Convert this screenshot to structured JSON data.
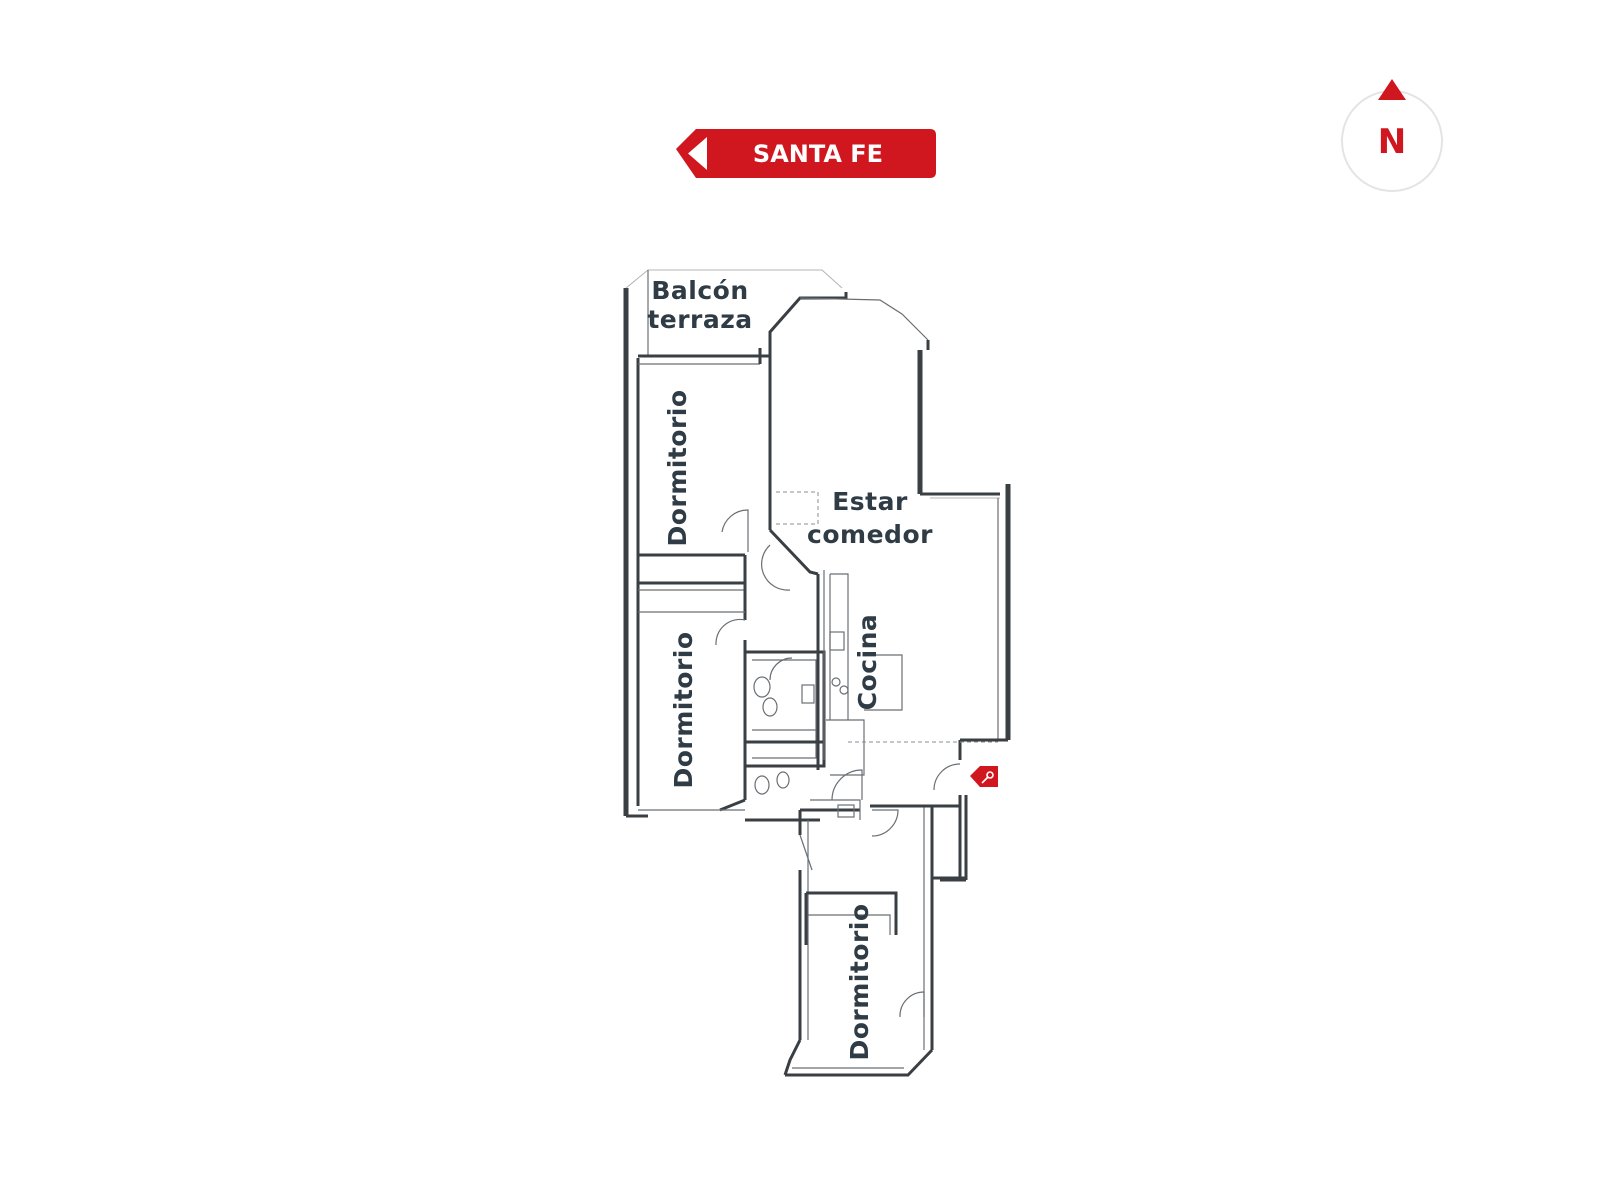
{
  "street": {
    "label": "SANTA FE"
  },
  "compass": {
    "label": "N"
  },
  "rooms": {
    "balcony_line1": "Balcón",
    "balcony_line2": "terraza",
    "bedroom_1": "Dormitorio",
    "bedroom_2": "Dormitorio",
    "bedroom_3": "Dormitorio",
    "living_line1": "Estar",
    "living_line2": "comedor",
    "kitchen": "Cocina"
  },
  "colors": {
    "accent": "#d0161e",
    "walls": "#3a3f44",
    "labels": "#2f3b45"
  },
  "icons": {
    "entrance": "key-icon",
    "street": "arrow-left-icon",
    "compass": "north-arrow-icon"
  }
}
